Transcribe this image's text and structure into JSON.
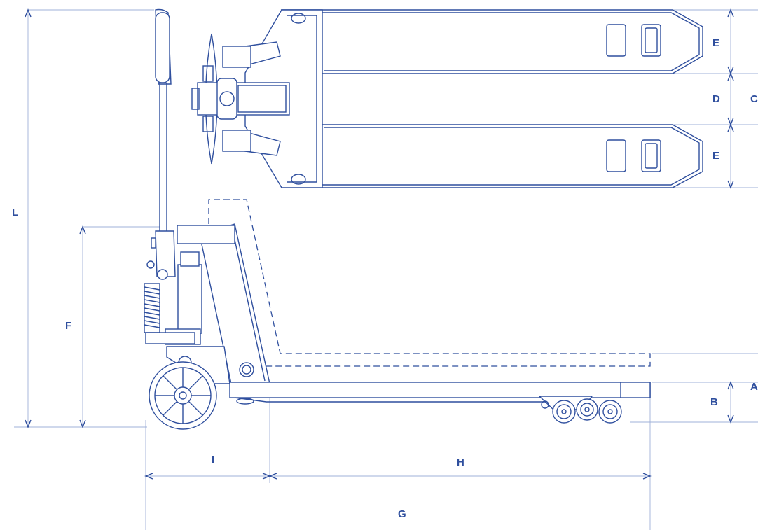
{
  "colors": {
    "ink": "#2f4f9e",
    "dimension_line": "#9fb0d8",
    "background": "#ffffff"
  },
  "labels": {
    "L": "L",
    "F": "F",
    "E_top": "E",
    "D": "D",
    "C": "C",
    "E_bottom": "E",
    "A": "A",
    "B": "B",
    "I": "I",
    "H": "H",
    "G": "G"
  }
}
